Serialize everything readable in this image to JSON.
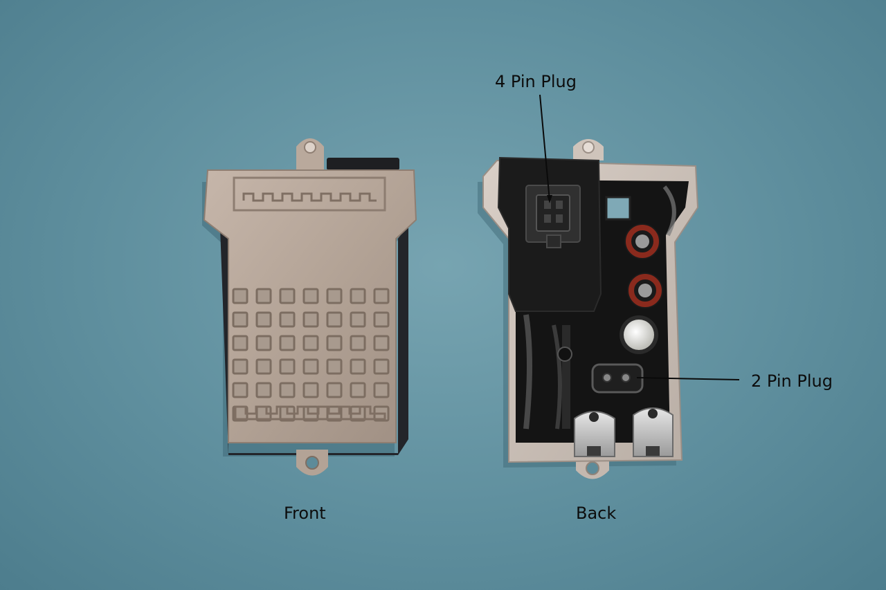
{
  "photo": {
    "background_color": "#6f9dab",
    "parts": [
      {
        "id": "front",
        "caption": "Front",
        "body_color": "#b4a497",
        "edge_color": "#2a2b2f"
      },
      {
        "id": "back",
        "caption": "Back",
        "body_color": "#c9bdb4",
        "interior_color": "#151515"
      }
    ],
    "callouts": [
      {
        "text": "4 Pin Plug"
      },
      {
        "text": "2 Pin Plug"
      }
    ],
    "component_colors": {
      "inductor_copper": "#8a2a1d",
      "capacitor": "#e8e8e3",
      "metal_clip": "#c8c8c8"
    }
  }
}
